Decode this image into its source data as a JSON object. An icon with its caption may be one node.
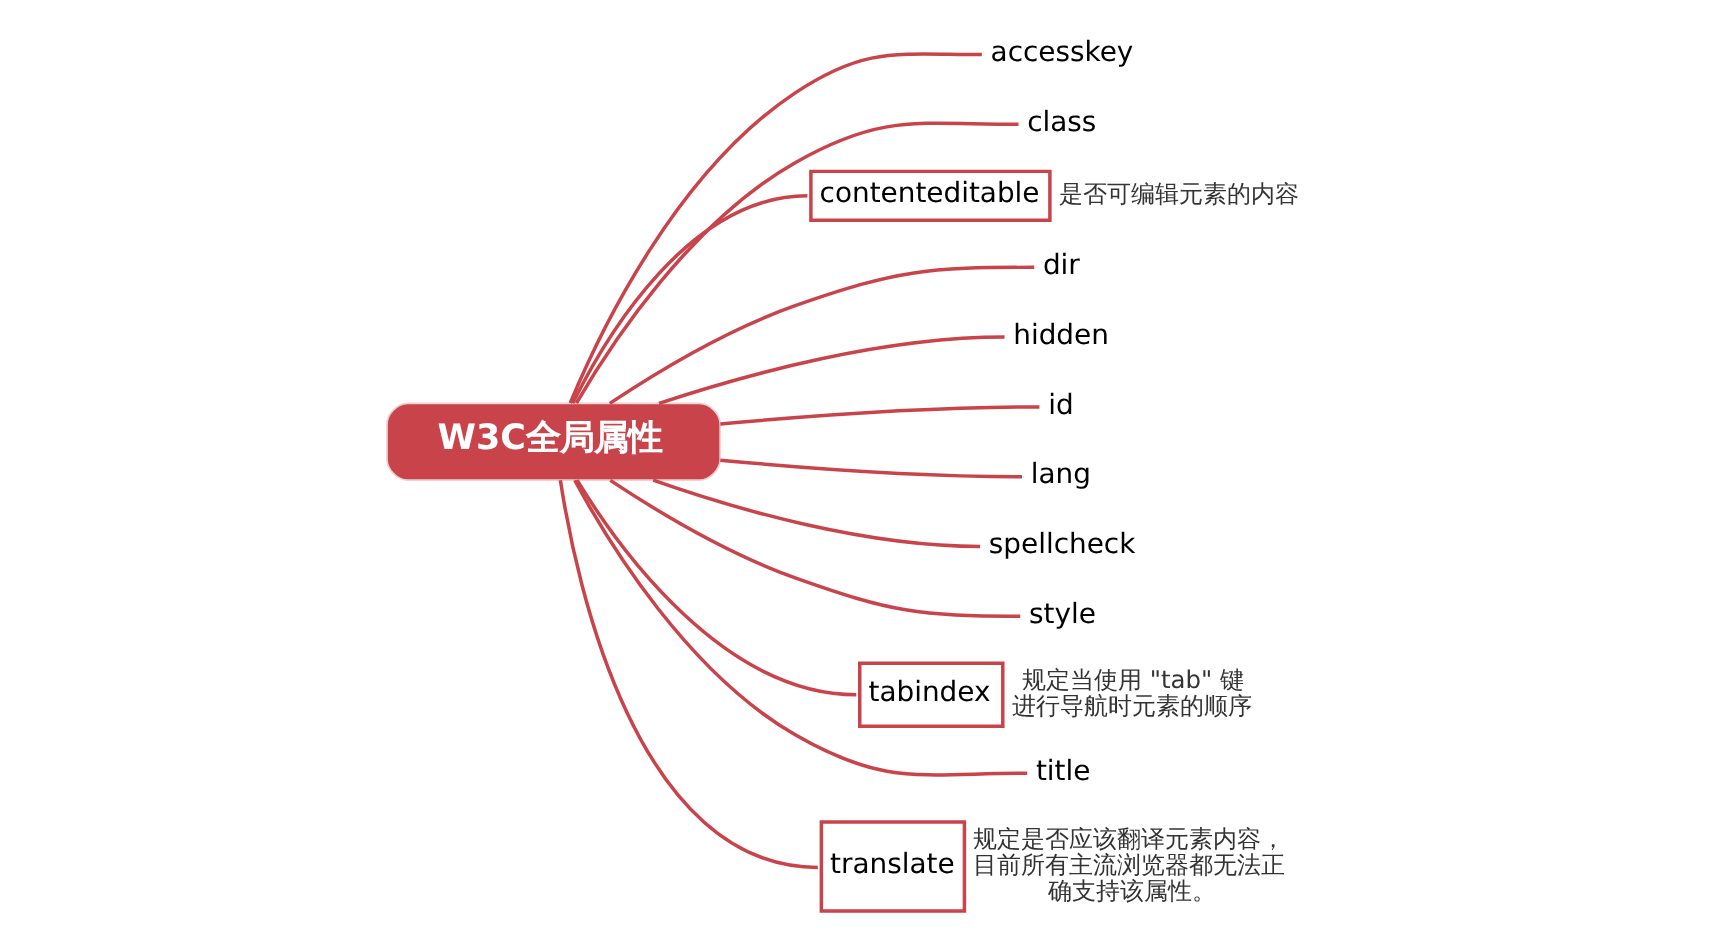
{
  "diagram": {
    "nodes": [
      {
        "text": [
          "W3C全局属性"
        ]
      },
      {
        "text": [
          "accesskey"
        ]
      },
      {
        "text": [
          "class"
        ]
      },
      {
        "text": [
          "contenteditable"
        ],
        "beside": [
          "是否可编辑元素的内容"
        ]
      },
      {
        "text": [
          "dir"
        ]
      },
      {
        "text": [
          "hidden"
        ]
      },
      {
        "text": [
          "id"
        ]
      },
      {
        "text": [
          "lang"
        ]
      },
      {
        "text": [
          "spellcheck"
        ]
      },
      {
        "text": [
          "style"
        ]
      },
      {
        "text": [
          "tabindex"
        ],
        "beside": [
          "规定当使用 \"tab\" 键进行导航时元素的顺序"
        ]
      },
      {
        "text": [
          "title"
        ]
      },
      {
        "text": [
          "translate"
        ],
        "beside": [
          "规定是否应该翻译元素内容，目前所有主流浏览器都无法正确支持该属性。"
        ]
      }
    ],
    "edges": [
      {
        "from": 0,
        "to": 1,
        "arrow": "none"
      },
      {
        "from": 0,
        "to": 2,
        "arrow": "none"
      },
      {
        "from": 0,
        "to": 3,
        "arrow": "none"
      },
      {
        "from": 0,
        "to": 4,
        "arrow": "none"
      },
      {
        "from": 0,
        "to": 5,
        "arrow": "none"
      },
      {
        "from": 0,
        "to": 6,
        "arrow": "none"
      },
      {
        "from": 0,
        "to": 7,
        "arrow": "none"
      },
      {
        "from": 0,
        "to": 8,
        "arrow": "none"
      },
      {
        "from": 0,
        "to": 9,
        "arrow": "none"
      },
      {
        "from": 0,
        "to": 10,
        "arrow": "none"
      },
      {
        "from": 0,
        "to": 11,
        "arrow": "none"
      },
      {
        "from": 0,
        "to": 12,
        "arrow": "none"
      }
    ]
  }
}
